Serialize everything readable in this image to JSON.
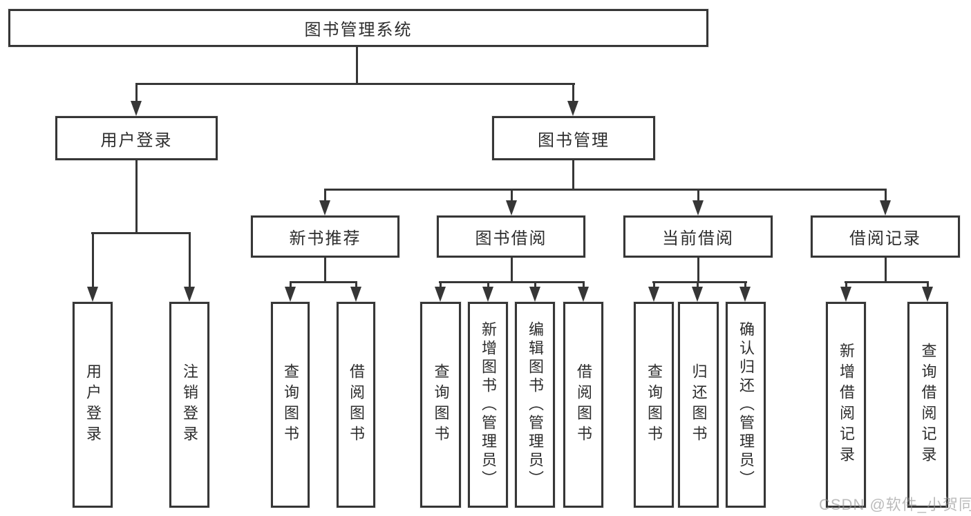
{
  "diagram": {
    "root": "图书管理系统",
    "branches": [
      {
        "label": "用户登录",
        "leaves": [
          "用户登录",
          "注销登录"
        ]
      },
      {
        "label": "图书管理",
        "groups": [
          {
            "label": "新书推荐",
            "leaves": [
              "查询图书",
              "借阅图书"
            ]
          },
          {
            "label": "图书借阅",
            "leaves": [
              "查询图书",
              "新增图书（管理员）",
              "编辑图书（管理员）",
              "借阅图书"
            ]
          },
          {
            "label": "当前借阅",
            "leaves": [
              "查询图书",
              "归还图书",
              "确认归还（管理员）"
            ]
          },
          {
            "label": "借阅记录",
            "leaves": [
              "新增借阅记录",
              "查询借阅记录"
            ]
          }
        ]
      }
    ]
  },
  "watermark": "CSDN @软件_小贺同学",
  "colors": {
    "line": "#363636",
    "box_border": "#363636",
    "box_background": "#ffffff",
    "text": "#2d2d2d",
    "watermark": "#919191",
    "page_background": "#ffffff"
  }
}
